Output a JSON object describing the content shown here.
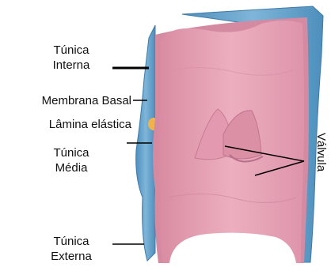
{
  "labels": {
    "tunica_interna": [
      "Túnica",
      "Interna"
    ],
    "membrana_basal": "Membrana Basal",
    "lamina_elastica": "Lâmina elástica",
    "tunica_media": [
      "Túnica",
      "Média"
    ],
    "tunica_externa": [
      "Túnica",
      "Externa"
    ],
    "valvula": "Válvula"
  },
  "colors": {
    "intima": "#e7a3b7",
    "media": "#d88fa3",
    "externa": "#5f9fc9",
    "lumen": "#ffffff",
    "leader_line": "#000000"
  }
}
